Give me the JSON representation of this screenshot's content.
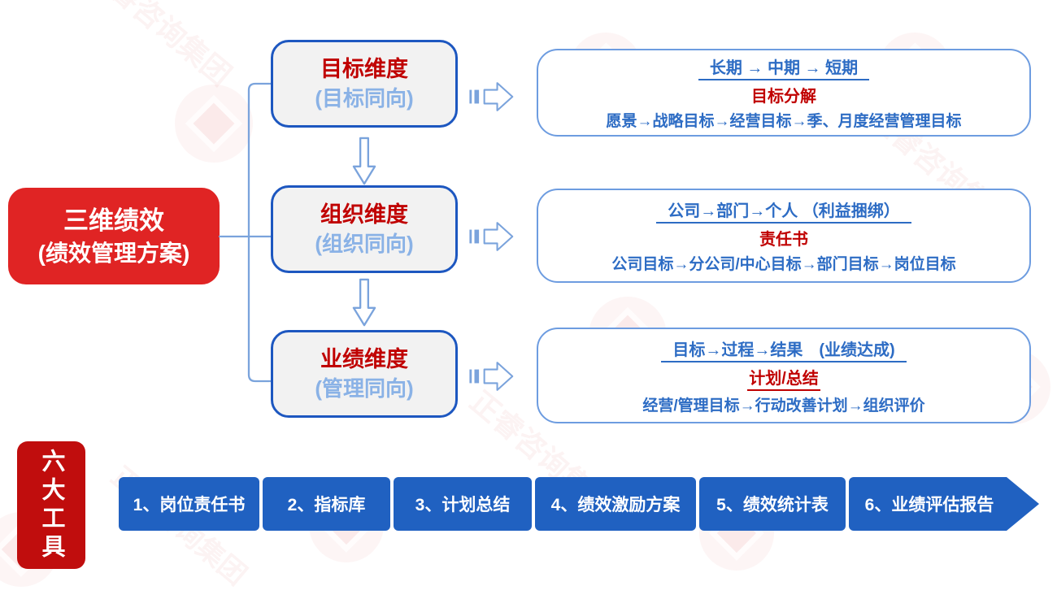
{
  "colors": {
    "main_red": "#e02424",
    "dark_red": "#c00000",
    "dim_border_blue": "#1d57c0",
    "light_blue": "#8ab2e6",
    "detail_border_blue": "#6d9ce0",
    "detail_text_blue": "#2d6cc4",
    "band_blue": "#2061c1",
    "connector_blue": "#7aa3dc",
    "dim_fill": "#f2f2f2"
  },
  "main_box": {
    "title": "三维绩效",
    "subtitle": "(绩效管理方案)"
  },
  "rows": [
    {
      "dim_title": "目标维度",
      "dim_subtitle": "(目标同向)",
      "detail_line1": "长期 → 中期 →  短期",
      "detail_line2": "目标分解",
      "detail_line3": "愿景→战略目标→经营目标→季、月度经营管理目标"
    },
    {
      "dim_title": "组织维度",
      "dim_subtitle": "(组织同向)",
      "detail_line1": "公司→部门→个人 （利益捆绑）",
      "detail_line2": "责任书",
      "detail_line3": "公司目标→分公司/中心目标→部门目标→岗位目标"
    },
    {
      "dim_title": "业绩维度",
      "dim_subtitle": "(管理同向)",
      "detail_line1": "目标→过程→结果　(业绩达成)",
      "detail_line2": "计划/总结",
      "detail_line3": "经营/管理目标→行动改善计划→组织评价"
    }
  ],
  "tools": {
    "label": "六大工具",
    "items": [
      "1、岗位责任书",
      "2、指标库",
      "3、计划总结",
      "4、绩效激励方案",
      "5、绩效统计表",
      "6、业绩评估报告"
    ]
  },
  "watermark": {
    "text": "正睿咨询集团"
  }
}
